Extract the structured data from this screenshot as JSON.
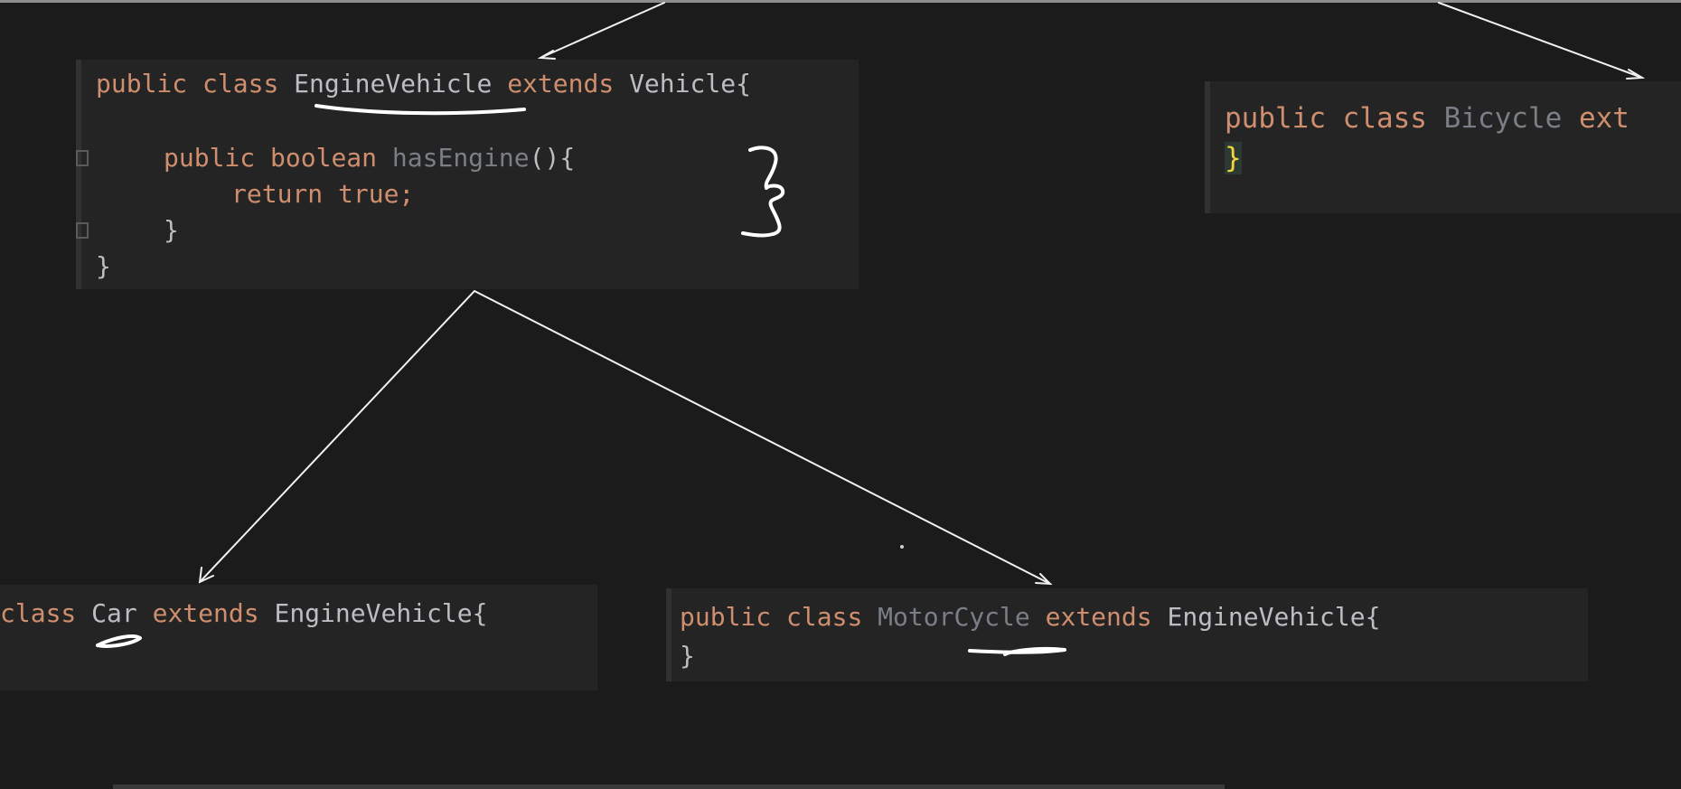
{
  "colors": {
    "background": "#1b1b1b",
    "panel": "#242425",
    "keyword": "#cf8e6d",
    "identifier": "#bcbec4",
    "unused": "#7a7e85",
    "brace_highlight": "#f2d33e",
    "ink": "#ffffff"
  },
  "engine_vehicle": {
    "kw1": "public",
    "kw2": "class",
    "name": "EngineVehicle",
    "kw3": "extends",
    "parent": "Vehicle{",
    "method_kw1": "public",
    "method_kw2": "boolean",
    "method_name": "hasEngine",
    "method_parens": "(){",
    "return_line": "return true;",
    "inner_close": "}",
    "outer_close": "}"
  },
  "bicycle": {
    "kw1": "public",
    "kw2": "class",
    "name": "Bicycle",
    "partial": "ext",
    "close": "}"
  },
  "car": {
    "partial_kw": "class",
    "name": "Car",
    "kw": "extends",
    "parent": "EngineVehicle{"
  },
  "motorcycle": {
    "kw1": "public",
    "kw2": "class",
    "name": "MotorCycle",
    "kw3": "extends",
    "parent": "EngineVehicle{",
    "close": "}"
  },
  "annotations": {
    "handwritten_brace": "}"
  }
}
